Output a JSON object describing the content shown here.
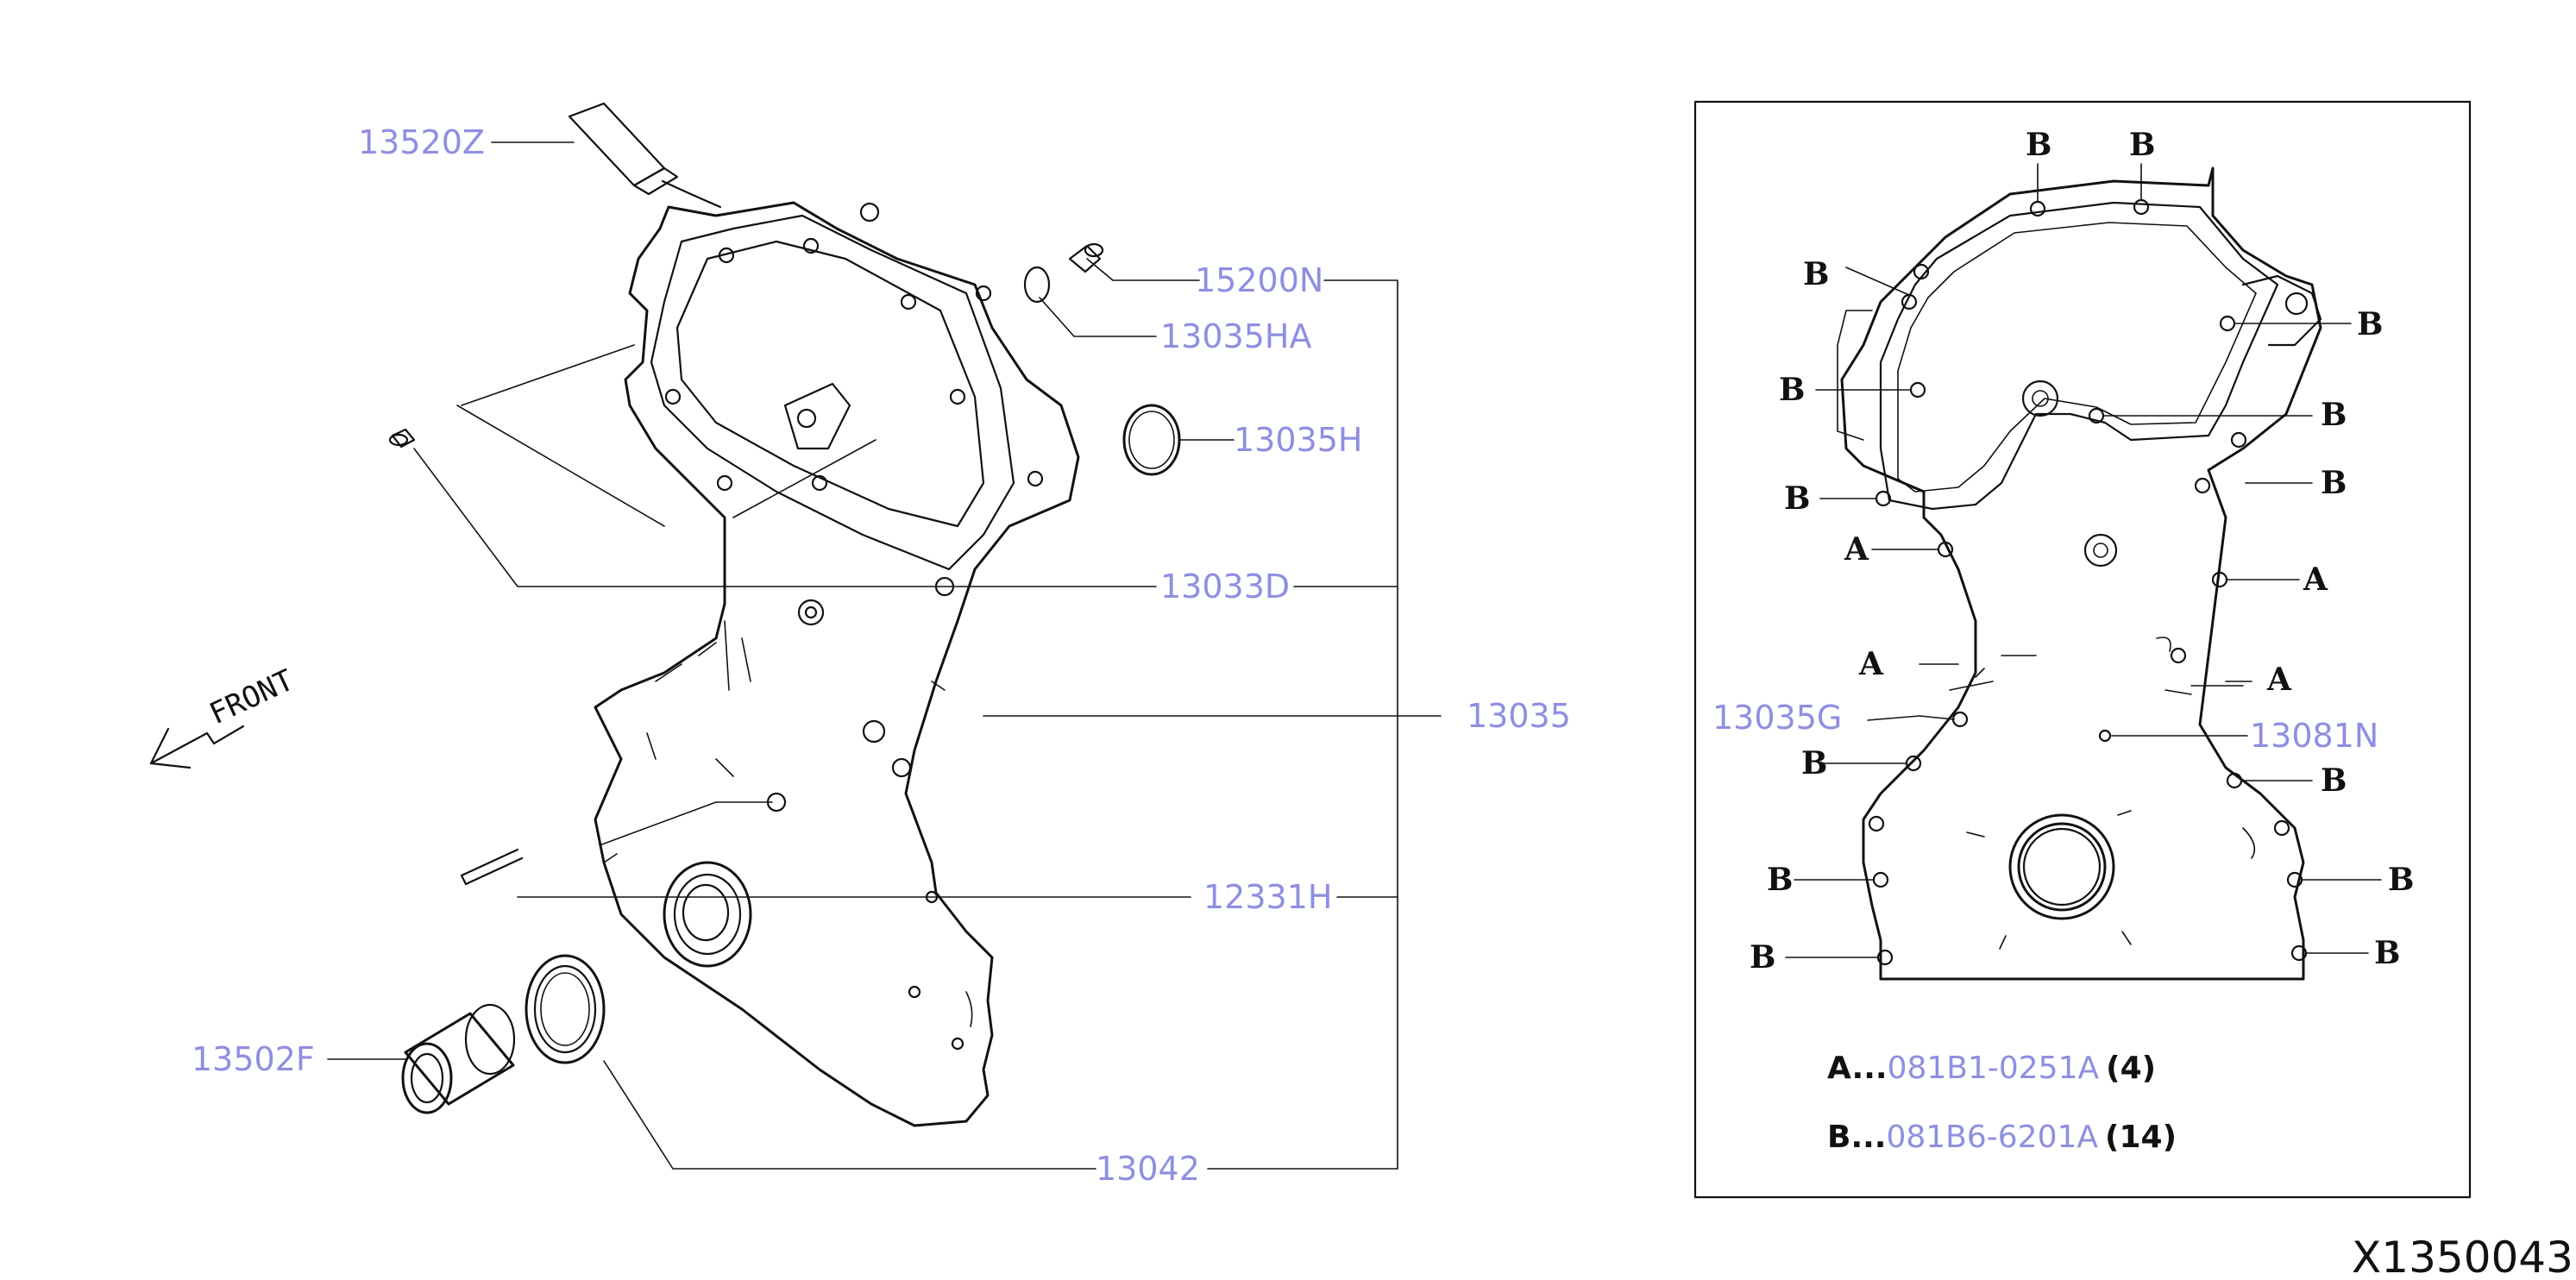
{
  "callouts": {
    "p13520Z": "13520Z",
    "p15200N": "15200N",
    "p13035HA": "13035HA",
    "p13035H": "13035H",
    "p13033D": "13033D",
    "p13035": "13035",
    "p12331H": "12331H",
    "p13502F": "13502F",
    "p13042": "13042",
    "p13035G": "13035G",
    "p13081N": "13081N"
  },
  "front_label": "FRONT",
  "bolt_labels": {
    "a": "A",
    "b": "B"
  },
  "legend": {
    "a_key": "A...",
    "a_part": "081B1-0251A",
    "a_qty": "(4)",
    "b_key": "B...",
    "b_part": "081B6-6201A",
    "b_qty": "(14)"
  },
  "diagram_ref": "X1350043",
  "colors": {
    "line": "#111111",
    "part_link": "#8e8ee2"
  }
}
